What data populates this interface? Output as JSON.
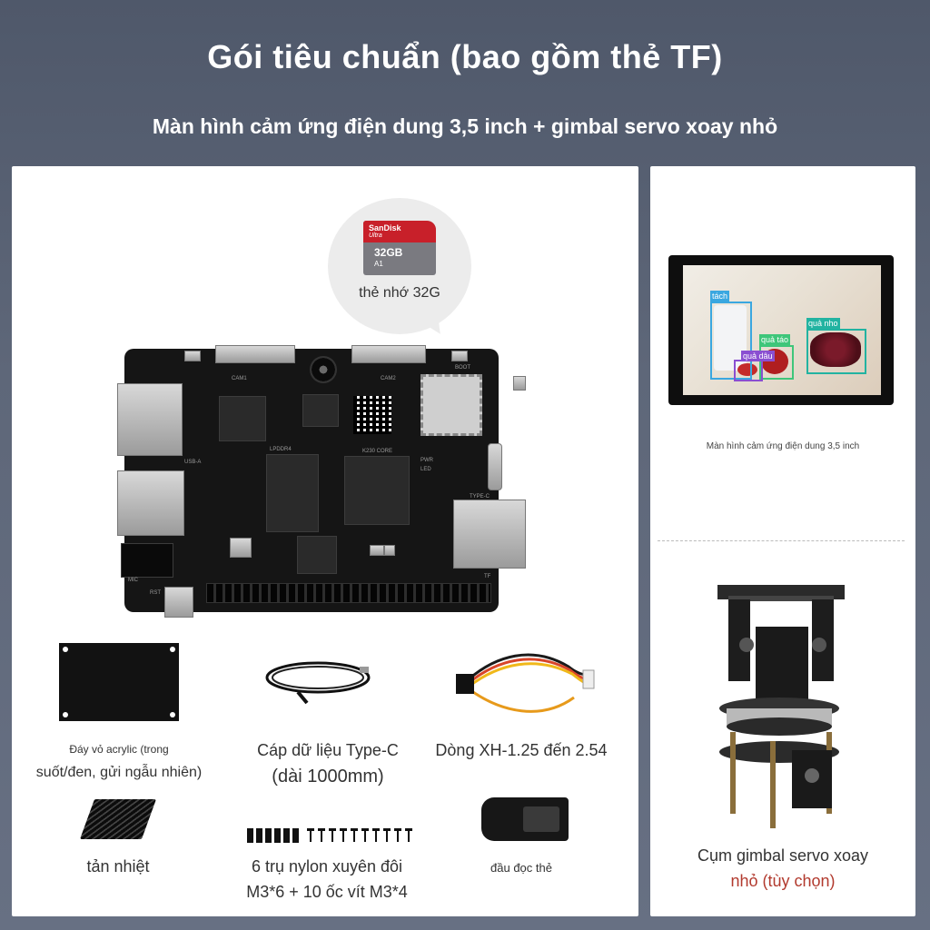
{
  "header": {
    "title": "Gói tiêu chuẩn (bao gồm thẻ TF)",
    "subtitle": "Màn hình cảm ứng điện dung 3,5 inch + gimbal servo xoay nhỏ"
  },
  "sd_card": {
    "brand": "SanDisk",
    "series": "Ultra",
    "capacity": "32GB",
    "marks": "A1",
    "label": "thẻ nhớ 32G"
  },
  "board": {
    "silk": {
      "cam1": "CAM1",
      "cam2": "CAM2",
      "boot": "BOOT",
      "lpddr": "LPDDR4",
      "core": "K230 CORE",
      "pwr": "PWR",
      "led": "LED",
      "typec": "TYPE-C",
      "tf": "TF",
      "usb": "USB-A",
      "mic": "MIC",
      "rst": "RST"
    }
  },
  "accessories": [
    {
      "name": "acrylic",
      "label_line1": "Đáy vỏ acrylic (trong",
      "label_line2": "suốt/đen, gửi ngẫu nhiên)"
    },
    {
      "name": "typec-cable",
      "label_line1": "Cáp dữ liệu Type-C",
      "label_line2": "(dài 1000mm)"
    },
    {
      "name": "xh-cable",
      "label_line1": "Dòng XH-1.25 đến 2.54"
    },
    {
      "name": "heatsink",
      "label_line1": "tản nhiệt"
    },
    {
      "name": "nylon",
      "label_line1": "6 trụ nylon xuyên đôi",
      "label_line2": "M3*6 + 10 ốc vít M3*4"
    },
    {
      "name": "reader",
      "label_line1": "đầu đọc thẻ"
    }
  ],
  "screen": {
    "caption": "Màn hình cảm ứng điện dung 3,5 inch",
    "detections": [
      "tách",
      "quả táo",
      "quả nho",
      "quả dâu"
    ]
  },
  "gimbal": {
    "label_line1": "Cụm gimbal servo xoay",
    "label_line2": "nhỏ (tùy chọn)"
  },
  "colors": {
    "background": "#5b6476",
    "panel": "#ffffff",
    "accent_red": "#b23a2e",
    "sd_red": "#c8202a"
  }
}
